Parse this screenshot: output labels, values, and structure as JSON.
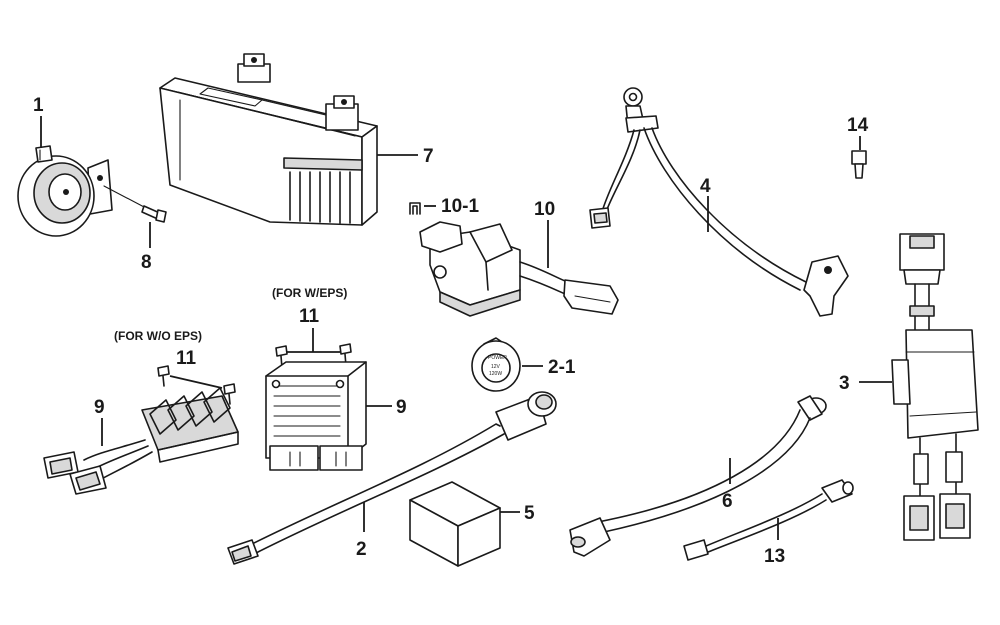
{
  "labels": {
    "horn": "1",
    "battery_cable": "2",
    "fuse_cap": "2-1",
    "harness": "3",
    "ground_cable": "4",
    "box": "5",
    "cable_6": "6",
    "battery": "7",
    "bolt_8": "8",
    "regulator_woeps": "9",
    "regulator_weps": "9",
    "relay": "10",
    "clip": "10-1",
    "bolt_woeps": "11",
    "bolt_weps": "11",
    "wire_13": "13",
    "bulb": "14"
  },
  "notes": {
    "woeps": "(FOR W/O EPS)",
    "weps": "(FOR W/EPS)"
  },
  "fuse_cap_text": {
    "line1": "POWER",
    "line2": "12V",
    "line3": "120W"
  }
}
